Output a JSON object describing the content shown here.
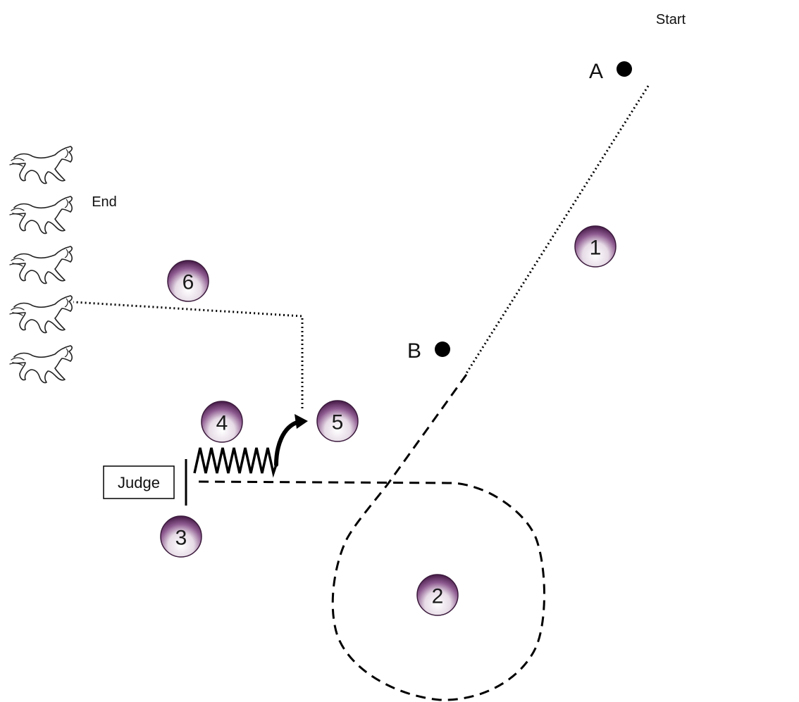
{
  "labels": {
    "start": "Start",
    "end": "End",
    "point_a": "A",
    "point_b": "B",
    "judge": "Judge"
  },
  "steps": [
    {
      "number": "1"
    },
    {
      "number": "2"
    },
    {
      "number": "3"
    },
    {
      "number": "4"
    },
    {
      "number": "5"
    },
    {
      "number": "6"
    }
  ],
  "icons": {
    "horse": "galloping-horse-icon",
    "marker": "filled-circle-marker",
    "arrow": "curved-arrow-icon"
  },
  "colors": {
    "badge_dark": "#4b1f4d",
    "badge_light": "#ffffff",
    "line": "#000000",
    "background": "#ffffff"
  }
}
